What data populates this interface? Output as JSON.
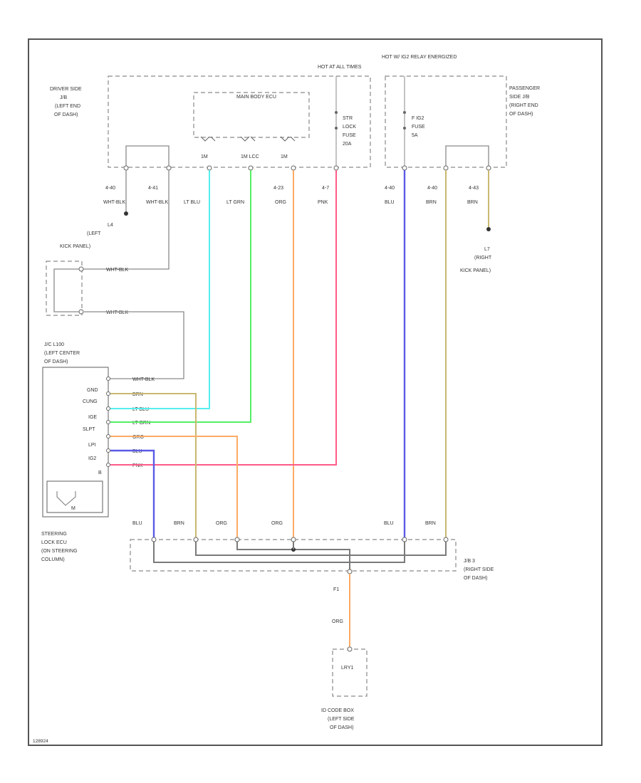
{
  "colors": {
    "lt_blu": "#55efee",
    "lt_grn": "#55ee66",
    "org": "#ffab66",
    "pnk": "#ff5c88",
    "blu": "#5a5ae6",
    "brn": "#c9b870",
    "gray": "#8a8a8a"
  },
  "top": {
    "hot_at_all_times": "HOT AT ALL TIMES",
    "hot_ig2": "HOT W/ IG2 RELAY ENERGIZED",
    "driver_side_jb": [
      "DRIVER SIDE",
      "J/B",
      "(LEFT END",
      "OF DASH)"
    ],
    "passenger_side_jb": [
      "PASSENGER",
      "SIDE J/B",
      "(RIGHT END",
      "OF DASH)"
    ],
    "main_body_ecu": "MAIN BODY ECU",
    "ecu_pins": [
      "1M",
      "1M LCC",
      "1M"
    ],
    "str_lock_fuse": [
      "STR",
      "LOCK",
      "FUSE",
      "20A"
    ],
    "ig2_fuse": [
      "F IG2",
      "FUSE",
      "5A"
    ]
  },
  "wires": {
    "pins_top": [
      "4-40",
      "4-41",
      "LT BLU",
      "LT GRN",
      "4-23",
      "4-7",
      "4-40",
      "4-40",
      "4-43"
    ],
    "colors_top": [
      "WHT-BLK",
      "WHT-BLK",
      "LT BLU",
      "LT GRN",
      "ORG",
      "PNK",
      "BLU",
      "BRN",
      "BRN"
    ]
  },
  "grounds": {
    "left": [
      "L4",
      "(LEFT",
      "KICK PANEL)"
    ],
    "right": [
      "L7",
      "(RIGHT",
      "KICK PANEL)"
    ]
  },
  "junction": {
    "pin1": "WHT-BLK",
    "pin2": "WHT-BLK",
    "label": [
      "J/C L100",
      "(LEFT CENTER",
      "OF DASH)"
    ]
  },
  "ecu": {
    "pins": [
      "GND",
      "CUNG",
      "IGE",
      "SLPT",
      "LPI",
      "IG2",
      "B"
    ],
    "wire_colors": [
      "WHT-BLK",
      "BRN",
      "LT BLU",
      "LT GRN",
      "ORG",
      "BLU",
      "PNK"
    ],
    "label": [
      "STEERING",
      "LOCK ECU",
      "(ON STEERING",
      "COLUMN)"
    ]
  },
  "bottom": {
    "wire_labels": [
      "BLU",
      "BRN",
      "ORG",
      "ORG",
      "BLU",
      "BRN"
    ],
    "jb_label": [
      "J/B 3",
      "(RIGHT SIDE",
      "OF DASH)"
    ],
    "pin": "F1",
    "color": "ORG",
    "idcode_pin": "LRY1",
    "idcode_label": [
      "ID CODE BOX",
      "(LEFT SIDE",
      "OF DASH)"
    ]
  },
  "footer": {
    "code": "128924"
  }
}
